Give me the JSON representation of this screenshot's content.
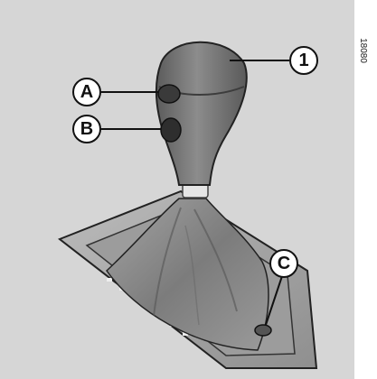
{
  "figure": {
    "callouts": {
      "c1": "1",
      "cA": "A",
      "cB": "B",
      "cC": "C"
    },
    "reference_code": "18080"
  },
  "colors": {
    "background": "#d6d6d6",
    "knob": "#707070",
    "boot": "#8a8a8a",
    "console": "#9a9a9a",
    "outline": "#111111"
  }
}
